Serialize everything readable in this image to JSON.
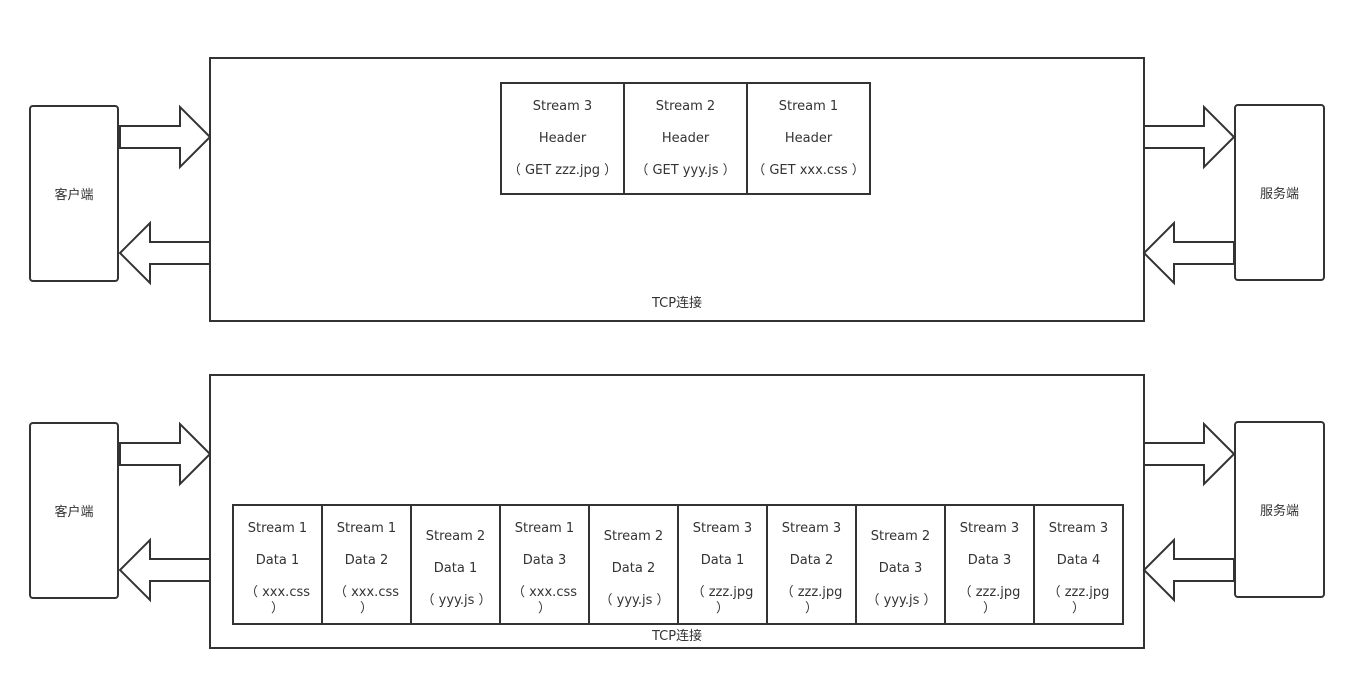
{
  "top": {
    "client_label": "客户端",
    "server_label": "服务端",
    "tcp_label": "TCP连接",
    "frames": [
      {
        "stream": "Stream 3",
        "type": "Header",
        "detail": "（ GET zzz.jpg ）"
      },
      {
        "stream": "Stream 2",
        "type": "Header",
        "detail": "（ GET yyy.js ）"
      },
      {
        "stream": "Stream 1",
        "type": "Header",
        "detail": "（ GET xxx.css ）"
      }
    ]
  },
  "bottom": {
    "client_label": "客户端",
    "server_label": "服务端",
    "tcp_label": "TCP连接",
    "frames": [
      {
        "stream": "Stream 1",
        "type": "Data 1",
        "detail": "（ xxx.css ）"
      },
      {
        "stream": "Stream 1",
        "type": "Data 2",
        "detail": "（ xxx.css ）"
      },
      {
        "stream": "Stream 2",
        "type": "Data 1",
        "detail": "（ yyy.js ）"
      },
      {
        "stream": "Stream 1",
        "type": "Data 3",
        "detail": "（ xxx.css ）"
      },
      {
        "stream": "Stream 2",
        "type": "Data 2",
        "detail": "（ yyy.js ）"
      },
      {
        "stream": "Stream 3",
        "type": "Data 1",
        "detail": "（ zzz.jpg ）"
      },
      {
        "stream": "Stream 3",
        "type": "Data 2",
        "detail": "（ zzz.jpg ）"
      },
      {
        "stream": "Stream 2",
        "type": "Data 3",
        "detail": "（ yyy.js ）"
      },
      {
        "stream": "Stream 3",
        "type": "Data 3",
        "detail": "（ zzz.jpg ）"
      },
      {
        "stream": "Stream 3",
        "type": "Data 4",
        "detail": "（ zzz.jpg ）"
      }
    ]
  }
}
